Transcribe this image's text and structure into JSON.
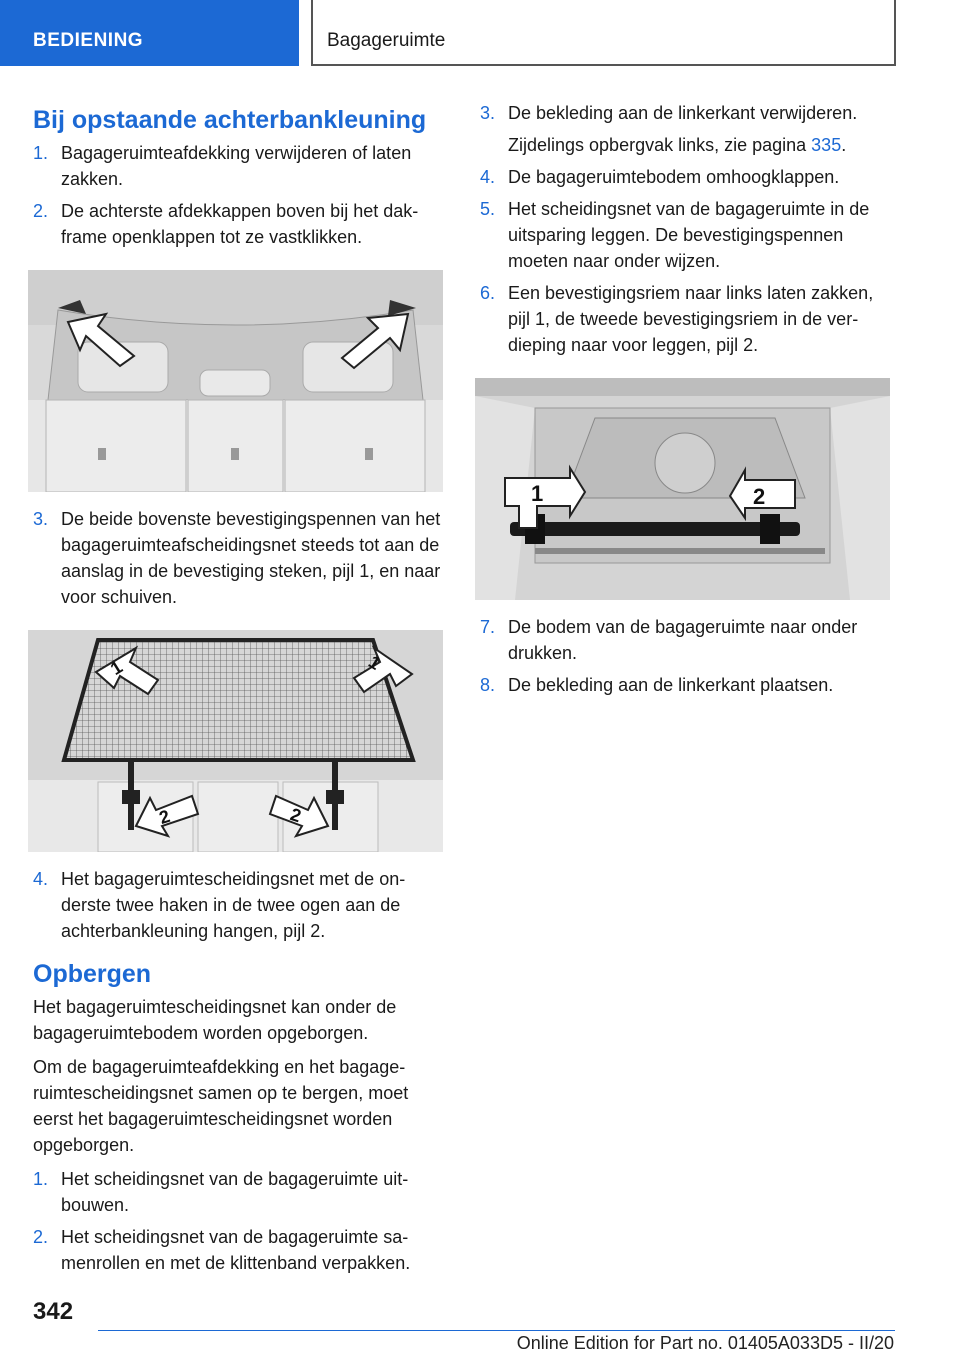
{
  "header": {
    "section": "BEDIENING",
    "chapter": "Bagageruimte"
  },
  "left": {
    "heading1": "Bij opstaande achterbankleuning",
    "steps_a": [
      {
        "num": "1.",
        "text": "Bagageruimteafdekking verwijderen of laten zakken."
      },
      {
        "num": "2.",
        "text": "De achterste afdekkappen boven bij het dak­frame openklappen tot ze vastklikken."
      }
    ],
    "step3": {
      "num": "3.",
      "text": "De beide bovenste bevestigingspennen van het bagageruimteafscheidingsnet steeds tot aan de aanslag in de bevestiging steken, pijl 1, en naar voor schuiven."
    },
    "step4": {
      "num": "4.",
      "text": "Het bagageruimtescheidingsnet met de on­derste twee haken in de twee ogen aan de achterbankleuning hangen, pijl 2."
    },
    "heading2": "Opbergen",
    "para1": "Het bagageruimtescheidingsnet kan onder de bagageruimtebodem worden opgeborgen.",
    "para2": "Om de bagageruimteafdekking en het bagage­ruimtescheidingsnet samen op te bergen, moet eerst het bagageruimtescheidingsnet worden opgeborgen.",
    "steps_b": [
      {
        "num": "1.",
        "text": "Het scheidingsnet van de bagageruimte uit­bouwen."
      },
      {
        "num": "2.",
        "text": "Het scheidingsnet van de bagageruimte sa­menrollen en met de klittenband verpakken."
      }
    ],
    "fig2_labels": [
      "1",
      "1",
      "2",
      "2"
    ]
  },
  "right": {
    "step3": {
      "num": "3.",
      "text": "De bekleding aan de linkerkant verwijderen."
    },
    "sub3_text": "Zijdelings opbergvak links, zie pagina ",
    "sub3_link": "335",
    "sub3_end": ".",
    "steps_c": [
      {
        "num": "4.",
        "text": "De bagageruimtebodem omhoogklappen."
      },
      {
        "num": "5.",
        "text": "Het scheidingsnet van de bagageruimte in de uitsparing leggen. De bevestigingspennen moeten naar onder wijzen."
      },
      {
        "num": "6.",
        "text": "Een bevestigingsriem naar links laten zakken, pijl 1, de tweede bevestigingsriem in de ver­dieping naar voor leggen, pijl 2."
      }
    ],
    "fig3_labels": [
      "1",
      "2"
    ],
    "steps_d": [
      {
        "num": "7.",
        "text": "De bodem van de bagageruimte naar onder drukken."
      },
      {
        "num": "8.",
        "text": "De bekleding aan de linkerkant plaatsen."
      }
    ]
  },
  "footer": {
    "page": "342",
    "edition": "Online Edition for Part no. 01405A033D5 - II/20"
  }
}
